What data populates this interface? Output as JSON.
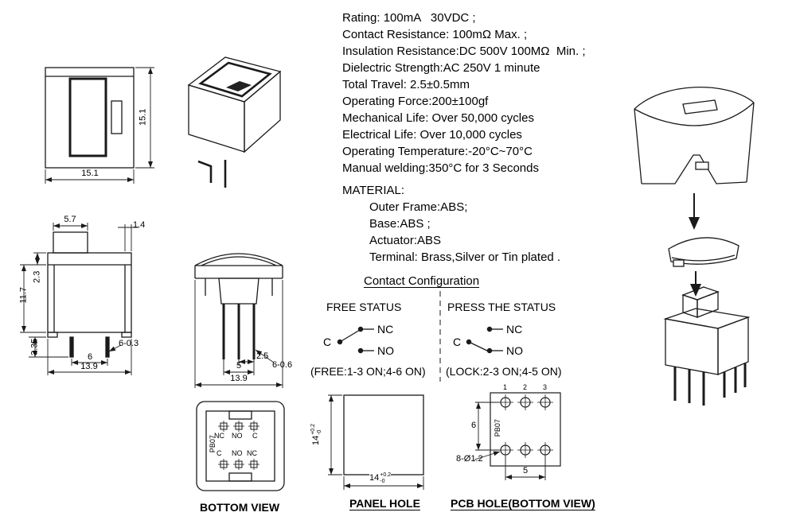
{
  "specs": {
    "lines": [
      "Rating: 100mA   30VDC ;",
      "Contact Resistance: 100mΩ Max. ;",
      "Insulation Resistance:DC 500V 100MΩ  Min. ;",
      "Dielectric Strength:AC 250V 1 minute",
      "Total Travel: 2.5±0.5mm",
      "Operating Force:200±100gf",
      "Mechanical Life: Over 50,000 cycles",
      "Electrical Life: Over 10,000 cycles",
      "Operating Temperature:-20°C~70°C",
      "Manual welding:350°C for 3 Seconds"
    ]
  },
  "material": {
    "title": "MATERIAL:",
    "lines": [
      "Outer Frame:ABS;",
      "Base:ABS ;",
      "Actuator:ABS",
      "Terminal: Brass,Silver or Tin plated ."
    ]
  },
  "contact": {
    "title": "Contact Configuration",
    "free_title": "FREE STATUS",
    "press_title": "PRESS THE STATUS",
    "free_note": "(FREE:1-3 ON;4-6 ON)",
    "lock_note": "(LOCK:2-3 ON;4-5 ON)",
    "c": "C",
    "nc": "NC",
    "no": "NO"
  },
  "front_view": {
    "width": "15.1",
    "height": "15.1"
  },
  "side_view": {
    "d57": "5.7",
    "d14": "1.4",
    "d23": "2.3",
    "d117": "11.7",
    "d335": "3.35",
    "d6": "6",
    "d139": "13.9",
    "d603": "6-0.3"
  },
  "center_view": {
    "d25": "2.5",
    "d5": "5",
    "d139": "13.9",
    "d606": "6-0.6"
  },
  "bottom_view": {
    "caption": "BOTTOM VIEW",
    "model": "PB07",
    "top_row": [
      "NC",
      "NO",
      "C"
    ],
    "bottom_row": [
      "C",
      "NO",
      "NC"
    ]
  },
  "panel_hole": {
    "caption": "PANEL HOLE",
    "dim_base": "14",
    "dim_sup": "+0.2",
    "dim_sub": "-0"
  },
  "pcb_hole": {
    "caption": "PCB HOLE(BOTTOM VIEW)",
    "model": "PB07",
    "hole_note": "8-Ø1.2",
    "row_pitch": "6",
    "col_pitch": "5",
    "pin_numbers": [
      "1",
      "2",
      "3"
    ]
  }
}
